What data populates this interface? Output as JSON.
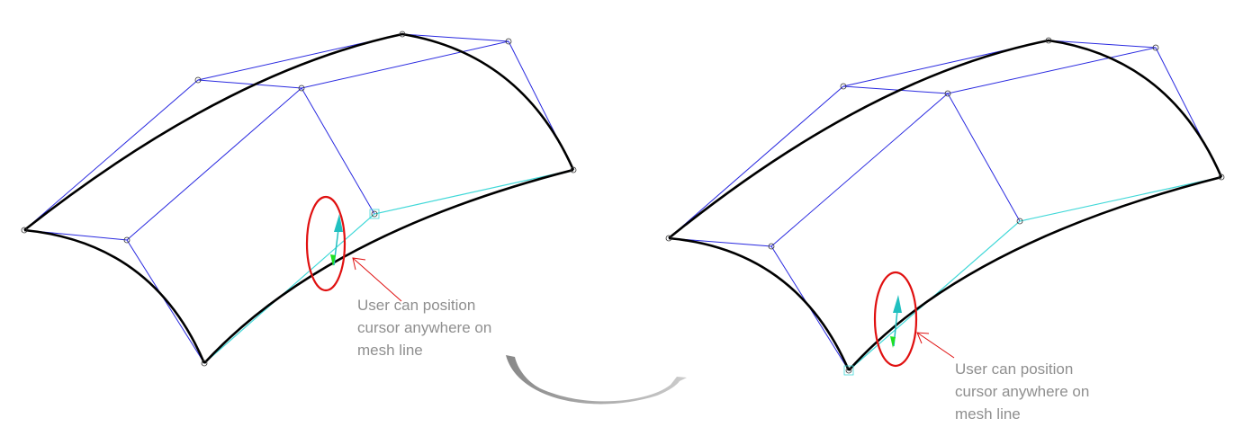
{
  "annotations": [
    {
      "lines": [
        "User can position",
        "cursor anywhere on",
        "mesh line"
      ]
    },
    {
      "lines": [
        "User can position",
        "cursor anywhere on",
        "mesh line"
      ]
    }
  ],
  "colors": {
    "mesh": "#2a2ae0",
    "selected_mesh": "#40d8d8",
    "curve": "#000000",
    "highlight": "#e01010",
    "transition_arrow": "#a0a0a0"
  }
}
